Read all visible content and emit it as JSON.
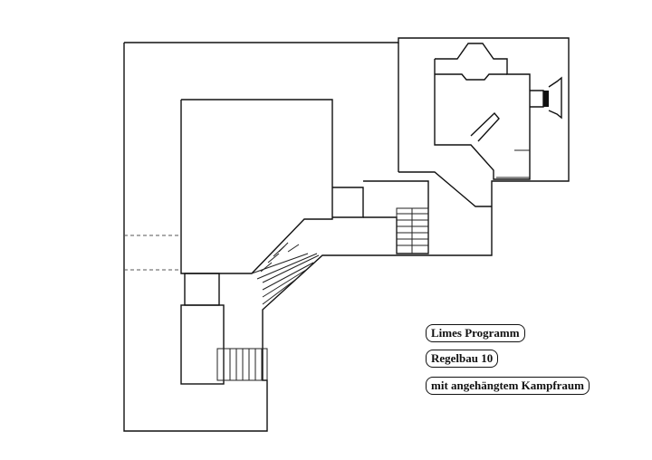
{
  "legend": {
    "line1": "Limes Programm",
    "line2": "Regelbau  10",
    "line3": "mit angehängtem Kampfraum"
  },
  "colors": {
    "ink": "#111111",
    "paper": "#ffffff"
  }
}
